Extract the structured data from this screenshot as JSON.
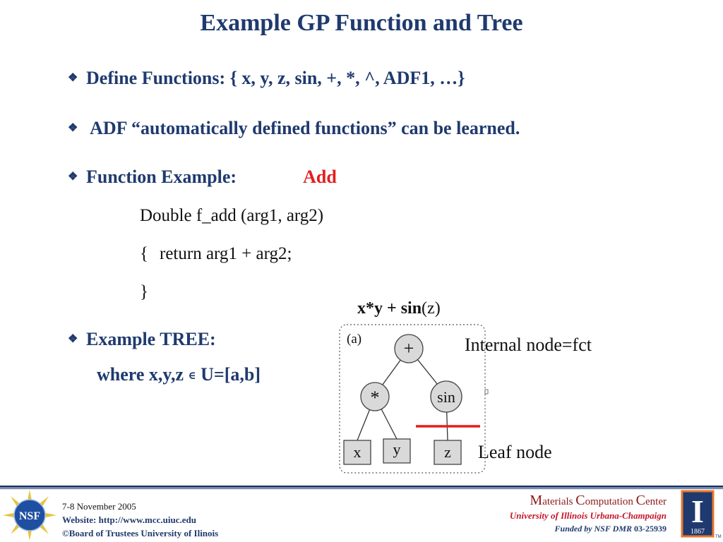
{
  "title": "Example GP Function and Tree",
  "bullets": [
    {
      "text": "Define Functions:  { x, y, z, sin, +, *, ^, ADF1, …}"
    },
    {
      "text": " ADF “automatically defined functions” can be learned."
    },
    {
      "label": "Function Example:",
      "highlight": "Add"
    },
    {
      "text": "Example TREE:"
    }
  ],
  "code": {
    "line1": "Double f_add (arg1, arg2)",
    "line2_brace": "{",
    "line2_body": "return arg1 + arg2;",
    "line3": "}"
  },
  "domain_text": {
    "prefix": "where x,y,z ",
    "symbol": "∈",
    "suffix": " U=[a,b]"
  },
  "formula": {
    "a": "x*y + ",
    "b": "sin",
    "c": "(z)"
  },
  "tree": {
    "panel_label": "(a)",
    "root": "+",
    "internal": [
      "*",
      "sin"
    ],
    "leaves": [
      "x",
      "y",
      "z"
    ],
    "internal_label": "Internal node=fct",
    "leaf_label": "Leaf node",
    "node_fill": "#d9d9d9",
    "cut_color": "#e41e1e"
  },
  "footer": {
    "date": "7-8 November 2005",
    "website_label": "Website:  http://www.mcc.uiuc.edu",
    "copyright": "©Board of Trustees University of Ilinois",
    "nsf_logo_text": "NSF",
    "center_m": "M",
    "center_aterials": "aterials ",
    "center_c1": "C",
    "center_omputation": "omputation ",
    "center_c2": "C",
    "center_enter": "enter",
    "university": "University of Illinois Urbana-Champaign",
    "funded_prefix": "Funded by NSF DMR",
    "funded_number": " 03-25939",
    "uiuc_logo_letter": "I",
    "uiuc_logo_year": "1867",
    "tm": "TM"
  },
  "colors": {
    "heading": "#1f3a6e",
    "accent_red": "#e41e1e"
  }
}
